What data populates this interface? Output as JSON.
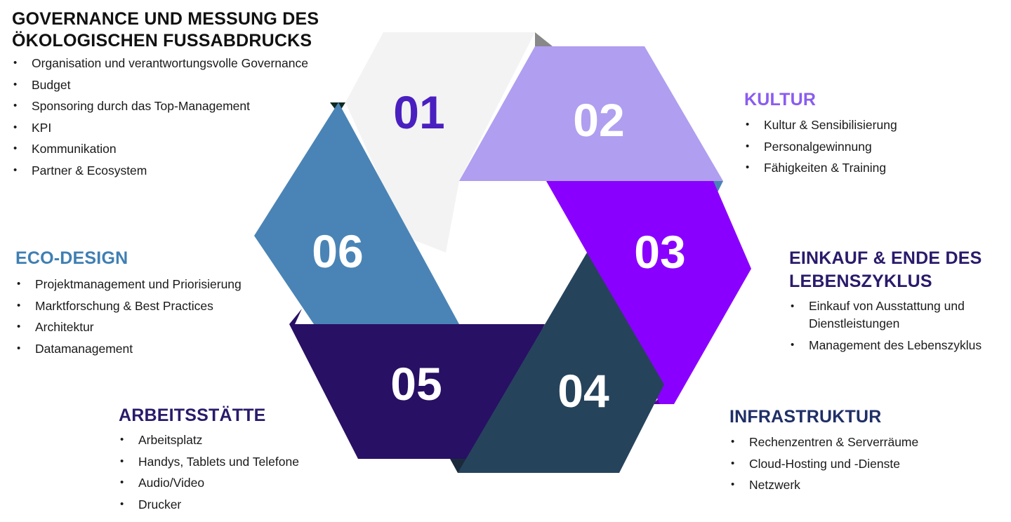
{
  "colors": {
    "seg01": "#f3f3f3",
    "seg02": "#b09ef0",
    "seg03": "#8a00ff",
    "seg04": "#26435c",
    "seg05": "#281065",
    "seg06": "#4a84b6",
    "num01": "#4a1fc0",
    "num_light": "#ffffff",
    "heading_dark_purple": "#2a1a6b",
    "heading_lavender": "#8a5cf0",
    "heading_blue": "#3f7fb3",
    "heading_navy": "#1f2f66"
  },
  "segments": [
    {
      "number": "01"
    },
    {
      "number": "02"
    },
    {
      "number": "03"
    },
    {
      "number": "04"
    },
    {
      "number": "05"
    },
    {
      "number": "06"
    }
  ],
  "blocks": {
    "b01": {
      "title_line1": "GOVERNANCE UND MESSUNG DES",
      "title_line2": "ÖKOLOGISCHEN FUSSABDRUCKS",
      "items": [
        "Organisation und verantwortungsvolle Governance",
        "Budget",
        "Sponsoring durch das Top-Management",
        "KPI",
        "Kommunikation",
        "Partner & Ecosystem"
      ]
    },
    "b02": {
      "title": "KULTUR",
      "items": [
        "Kultur & Sensibilisierung",
        "Personalgewinnung",
        "Fähigkeiten & Training"
      ]
    },
    "b03": {
      "title_line1": "EINKAUF & ENDE DES",
      "title_line2": "LEBENSZYKLUS",
      "items": [
        "Einkauf von Ausstattung und Dienstleistungen",
        "Management des Lebenszyklus"
      ]
    },
    "b04": {
      "title": "INFRASTRUKTUR",
      "items": [
        "Rechenzentren & Serverräume",
        "Cloud-Hosting und -Dienste",
        "Netzwerk"
      ]
    },
    "b05": {
      "title": "ARBEITSSTÄTTE",
      "items": [
        "Arbeitsplatz",
        "Handys, Tablets und Telefone",
        "Audio/Video",
        "Drucker"
      ]
    },
    "b06": {
      "title": "ECO-DESIGN",
      "items": [
        "Projektmanagement und Priorisierung",
        "Marktforschung & Best Practices",
        "Architektur",
        "Datamanagement"
      ]
    }
  }
}
